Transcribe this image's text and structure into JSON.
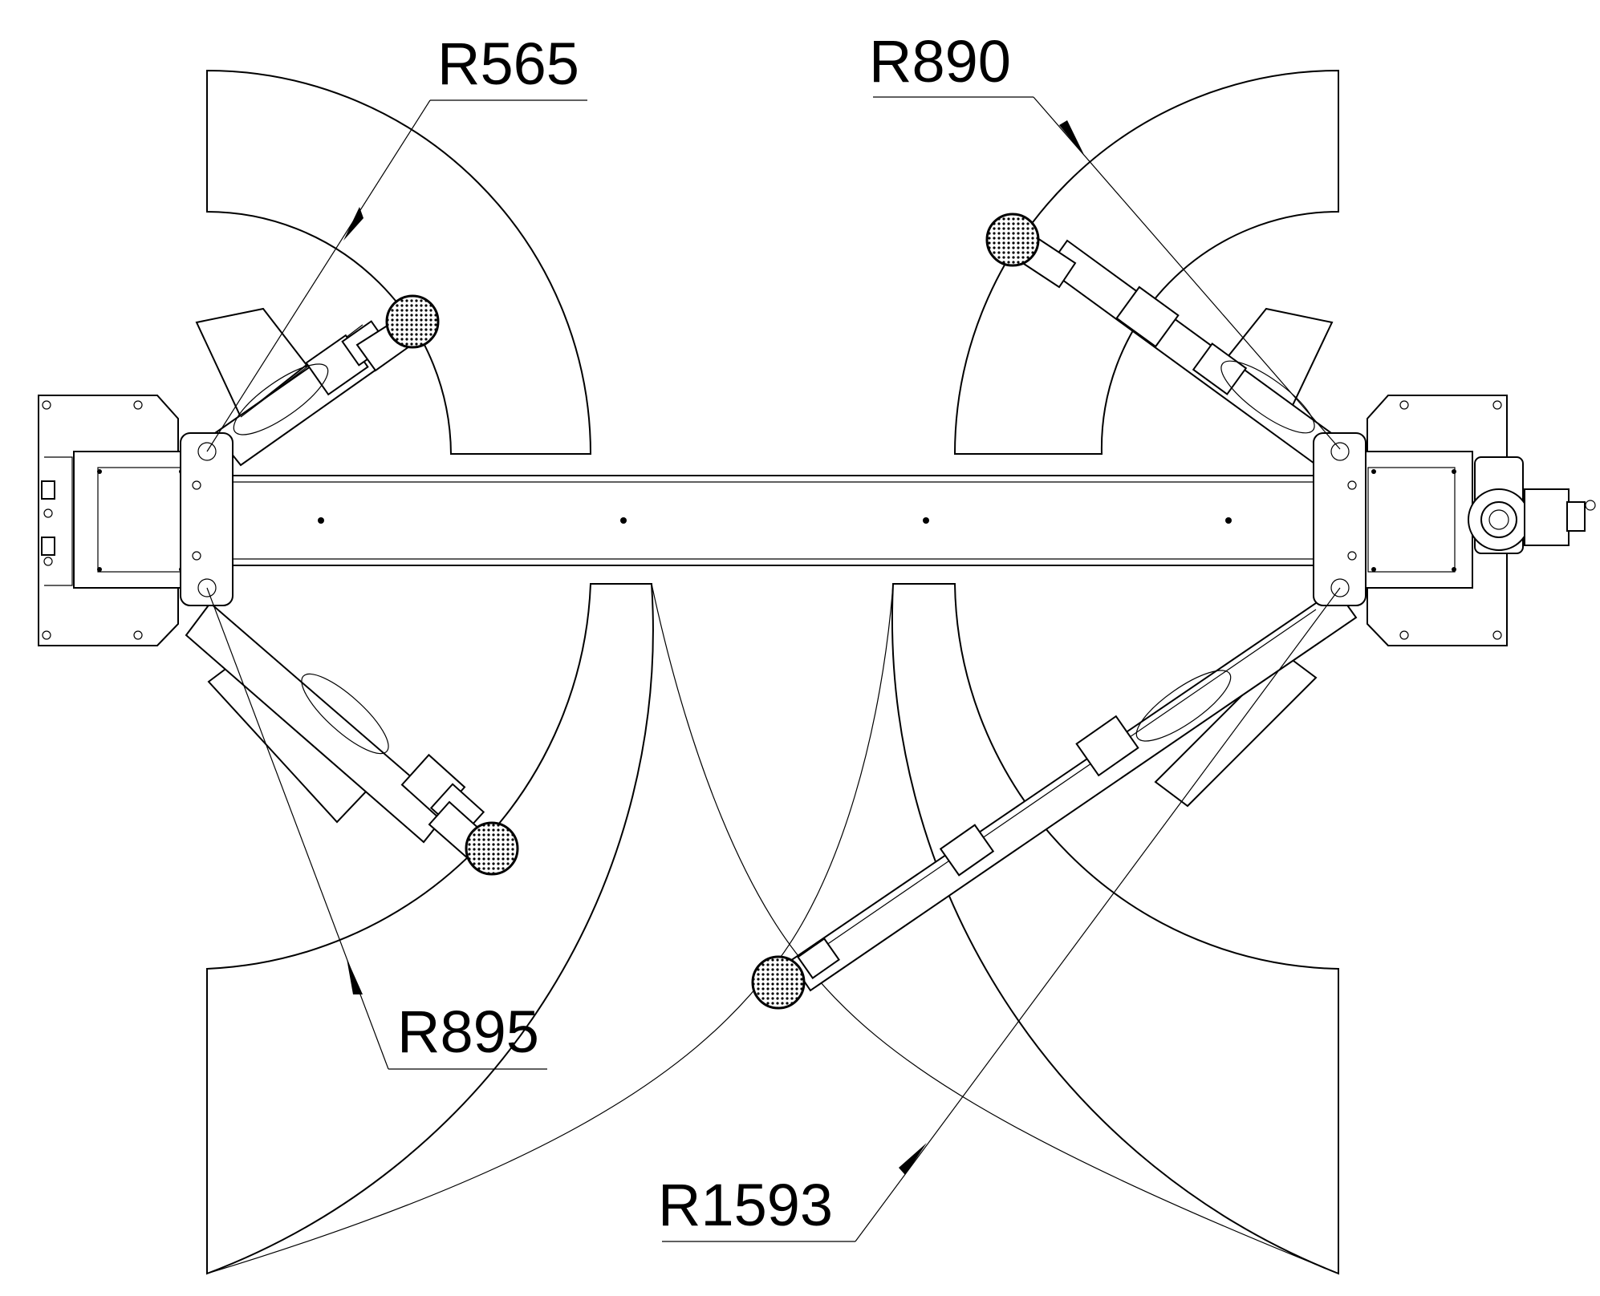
{
  "labels": {
    "r565": "R565",
    "r890": "R890",
    "r895": "R895",
    "r1593": "R1593"
  },
  "colors": {
    "line": "#000000",
    "background": "#ffffff"
  },
  "icons": {
    "lift_pad": "lift-pad-icon",
    "post": "post-icon",
    "motor": "motor-icon"
  }
}
